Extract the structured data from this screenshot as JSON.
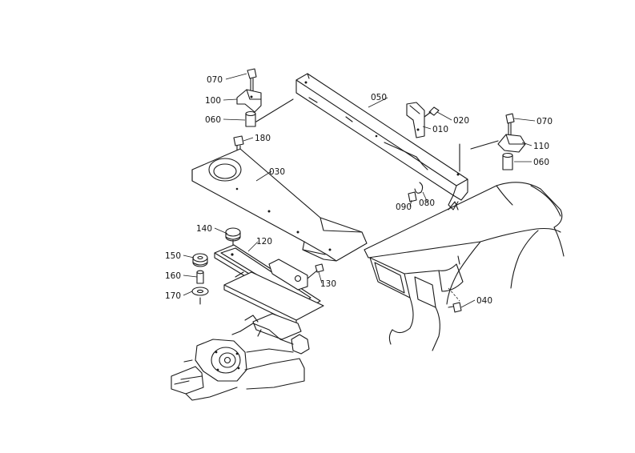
{
  "diagram": {
    "part_labels": {
      "p070a": "070",
      "p100": "100",
      "p060a": "060",
      "p180": "180",
      "p050": "050",
      "p020": "020",
      "p010": "010",
      "p070b": "070",
      "p110": "110",
      "p060b": "060",
      "p030": "030",
      "p090": "090",
      "p080": "080",
      "p140": "140",
      "p120": "120",
      "p150": "150",
      "p160": "160",
      "p170": "170",
      "p130": "130",
      "p040": "040"
    }
  }
}
